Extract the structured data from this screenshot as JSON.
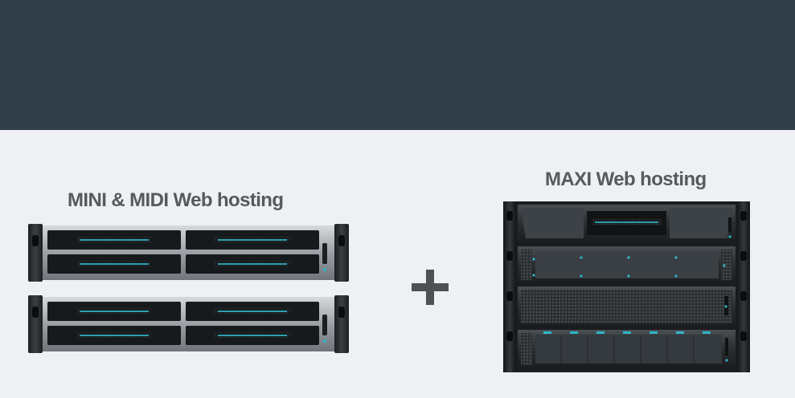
{
  "mini_group": {
    "heading": "MINI & MIDI Web hosting",
    "server_count": 2,
    "bays_per_server": 4
  },
  "maxi_group": {
    "heading": "MAXI Web hosting",
    "rack_units": 4
  },
  "plus_icon": "plus-icon",
  "colors": {
    "top_band": "#2f3e48",
    "background": "#eef0f3",
    "heading_text": "#555a5f",
    "bay_led": "#2fb6c8",
    "chassis": "#9aa0a5",
    "rack_dark": "#2a2d30"
  }
}
